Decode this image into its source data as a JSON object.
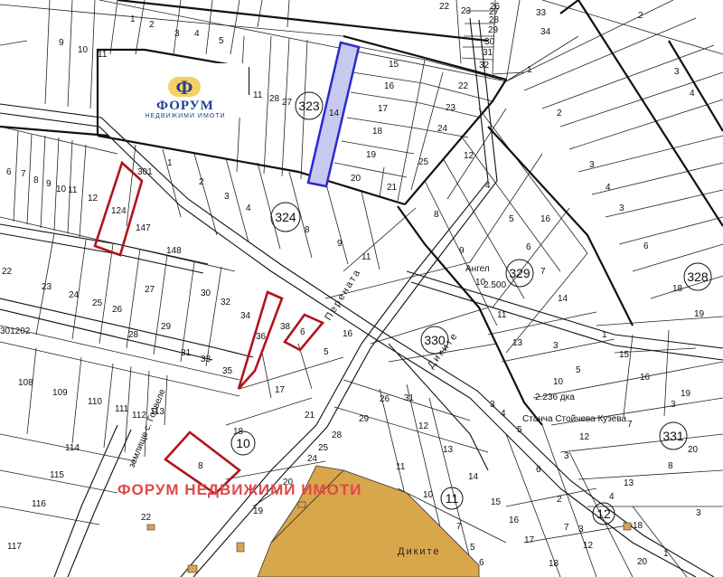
{
  "logo": {
    "title": "ФОРУМ",
    "subtitle": "НЕДВИЖИМИ ИМОТИ"
  },
  "watermark": "ФОРУМ НЕДВИЖИМИ ИМОТИ",
  "streets": {
    "perenata": "Перената",
    "dikite_main": "Диките",
    "dikite_bottom": "Диките",
    "zemlishte": "землище с. Горвеле"
  },
  "blocks": {
    "b323": "323",
    "b324": "324",
    "b328": "328",
    "b329": "329",
    "b330": "330",
    "b331": "331",
    "b10": "10",
    "b11": "11",
    "b12": "12"
  },
  "owners": {
    "angel": "Ангел",
    "angel_area": "2.500",
    "stancha": "Станча Стойчева Кузева",
    "area_236": "2.236 дка"
  },
  "colors": {
    "highlight_fill": "#c7c9ee",
    "highlight_stroke": "#2a2ad0",
    "red_parcel": "#b0141b",
    "building": "#d8a74c"
  },
  "plots": {
    "p1": "1",
    "p2": "2",
    "p3": "3",
    "p4": "4",
    "p5": "5",
    "p9": "9",
    "p10": "10",
    "p11": "11",
    "p13": "13",
    "p15": "15",
    "p16": "16",
    "p17": "17",
    "p18": "18",
    "p19": "19",
    "p20": "20",
    "p21": "21",
    "p22": "22",
    "p23": "23",
    "p24": "24",
    "p25": "25",
    "p26": "26",
    "p27": "27",
    "p28": "28",
    "p29": "29",
    "p30": "30",
    "p31": "31",
    "p32": "32",
    "p33": "33",
    "p34": "34",
    "p35": "35",
    "p36": "36",
    "p38": "38",
    "p6": "6",
    "p7": "7",
    "p8": "8",
    "p12": "12",
    "p14": "14",
    "p124": "124",
    "p147": "147",
    "p148": "148",
    "p108": "108",
    "p109": "109",
    "p110": "110",
    "p111": "111",
    "p112": "112",
    "p113": "113",
    "p114": "114",
    "p115": "115",
    "p116": "116",
    "p117": "117",
    "p301": "301",
    "p302": "301202"
  }
}
